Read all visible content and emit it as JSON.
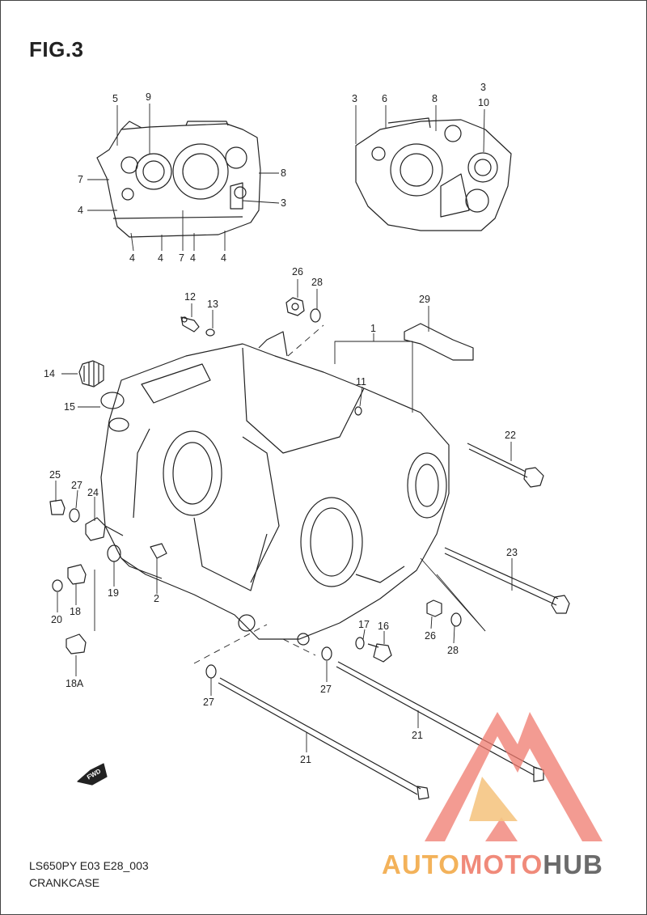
{
  "figure": {
    "title": "FIG.3"
  },
  "footer": {
    "model_code": "LS650PY E03 E28_003",
    "part_name": "CRANKCASE"
  },
  "direction_badge": "FWD",
  "watermark": {
    "brand_a": "AUTO",
    "brand_m": "MOTO",
    "brand_h": "HUB"
  },
  "callouts": {
    "c5": "5",
    "c9": "9",
    "c7a": "7",
    "c4a": "4",
    "c8a": "8",
    "c3a": "3",
    "c4b": "4",
    "c4c": "4",
    "c7b": "7",
    "c4d": "4",
    "c4e": "4",
    "c3b": "3",
    "c6": "6",
    "c8b": "8",
    "c3c": "3",
    "c10": "10",
    "c26a": "26",
    "c28a": "28",
    "c12": "12",
    "c13": "13",
    "c29": "29",
    "c1": "1",
    "c14": "14",
    "c15": "15",
    "c11": "11",
    "c22": "22",
    "c25": "25",
    "c27a": "27",
    "c24": "24",
    "c23": "23",
    "c19": "19",
    "c2": "2",
    "c18": "18",
    "c20": "20",
    "c17": "17",
    "c16": "16",
    "c26b": "26",
    "c28b": "28",
    "c18a": "18A",
    "c27b": "27",
    "c27c": "27",
    "c21a": "21",
    "c21b": "21"
  },
  "colors": {
    "ink": "#222222",
    "logo_red": "#f07a6e",
    "logo_orange": "#f3b25a",
    "logo_gray": "#6b6b6b"
  }
}
